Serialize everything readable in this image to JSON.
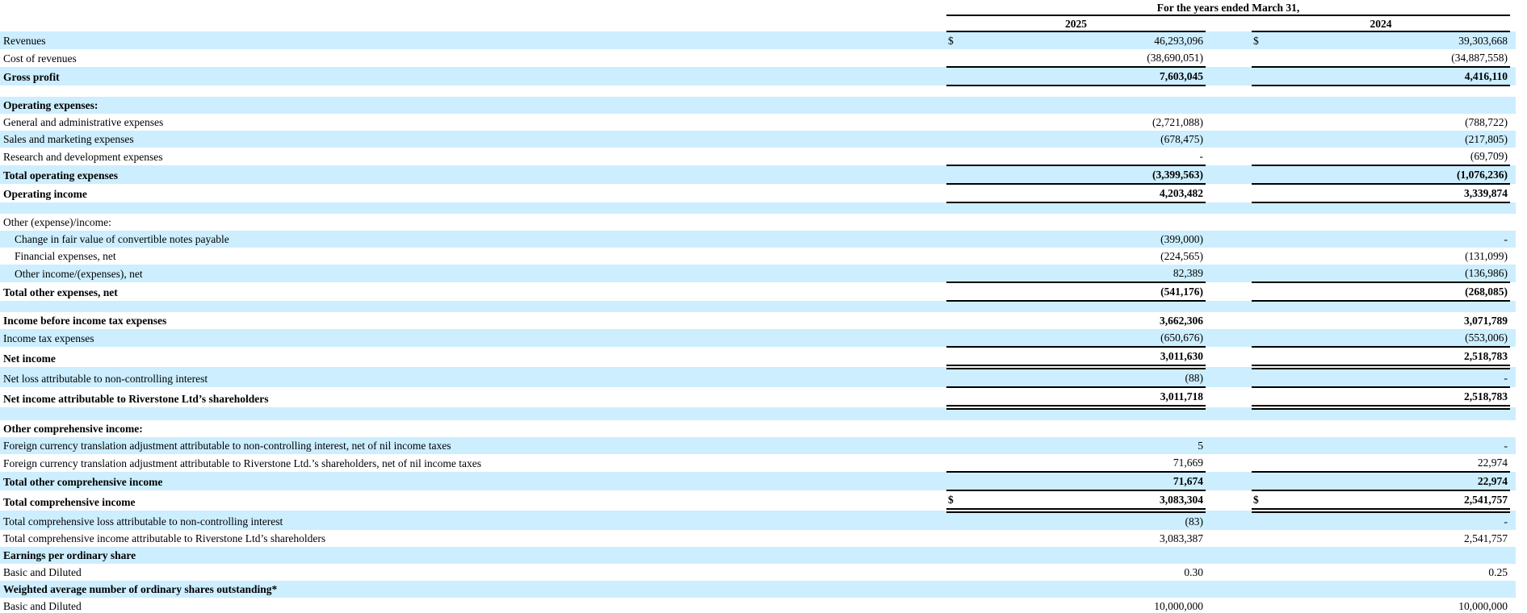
{
  "table": {
    "header": {
      "title": "For the years ended March 31,",
      "col_2025": "2025",
      "col_2024": "2024"
    },
    "rows": [
      {
        "label": "Revenues",
        "d25": "$",
        "v25": "46,293,096",
        "d24": "$",
        "v24": "39,303,668"
      },
      {
        "label": "Cost of revenues",
        "v25": "(38,690,051)",
        "v24": "(34,887,558)"
      },
      {
        "label": "Gross profit",
        "v25": "7,603,045",
        "v24": "4,416,110"
      },
      {
        "label": ""
      },
      {
        "label": "Operating expenses:"
      },
      {
        "label": "General and administrative expenses",
        "v25": "(2,721,088)",
        "v24": "(788,722)"
      },
      {
        "label": "Sales and marketing expenses",
        "v25": "(678,475)",
        "v24": "(217,805)"
      },
      {
        "label": "Research and development expenses",
        "v25": "-",
        "v24": "(69,709)"
      },
      {
        "label": "Total operating expenses",
        "v25": "(3,399,563)",
        "v24": "(1,076,236)"
      },
      {
        "label": "Operating income",
        "v25": "4,203,482",
        "v24": "3,339,874"
      },
      {
        "label": ""
      },
      {
        "label": "Other (expense)/income:"
      },
      {
        "label": "Change in fair value of convertible notes payable",
        "v25": "(399,000)",
        "v24": "-"
      },
      {
        "label": "Financial expenses, net",
        "v25": "(224,565)",
        "v24": "(131,099)"
      },
      {
        "label": "Other income/(expenses), net",
        "v25": "82,389",
        "v24": "(136,986)"
      },
      {
        "label": "Total other expenses, net",
        "v25": "(541,176)",
        "v24": "(268,085)"
      },
      {
        "label": ""
      },
      {
        "label": "Income before income tax expenses",
        "v25": "3,662,306",
        "v24": "3,071,789"
      },
      {
        "label": "Income tax expenses",
        "v25": "(650,676)",
        "v24": "(553,006)"
      },
      {
        "label": "Net income",
        "v25": "3,011,630",
        "v24": "2,518,783"
      },
      {
        "label": "Net loss attributable to non-controlling interest",
        "v25": "(88)",
        "v24": "-"
      },
      {
        "label": "Net income attributable to Riverstone Ltd’s shareholders",
        "v25": "3,011,718",
        "v24": "2,518,783"
      },
      {
        "label": ""
      },
      {
        "label": "Other comprehensive income:"
      },
      {
        "label": "Foreign currency translation adjustment attributable to non-controlling interest, net of nil income taxes",
        "v25": "5",
        "v24": "-"
      },
      {
        "label": "Foreign currency translation adjustment attributable to Riverstone Ltd.’s shareholders, net of nil income taxes",
        "v25": "71,669",
        "v24": "22,974"
      },
      {
        "label": "Total other comprehensive income",
        "v25": "71,674",
        "v24": "22,974"
      },
      {
        "label": "Total comprehensive income",
        "d25": "$",
        "v25": "3,083,304",
        "d24": "$",
        "v24": "2,541,757"
      },
      {
        "label": "Total comprehensive loss attributable to non-controlling interest",
        "v25": "(83)",
        "v24": "-"
      },
      {
        "label": "Total comprehensive income attributable to Riverstone Ltd’s shareholders",
        "v25": "3,083,387",
        "v24": "2,541,757"
      },
      {
        "label": "Earnings per ordinary share"
      },
      {
        "label": "Basic and Diluted",
        "v25": "0.30",
        "v24": "0.25"
      },
      {
        "label": "Weighted average number of ordinary shares outstanding*"
      },
      {
        "label": "Basic and Diluted",
        "v25": "10,000,000",
        "v24": "10,000,000"
      }
    ]
  }
}
